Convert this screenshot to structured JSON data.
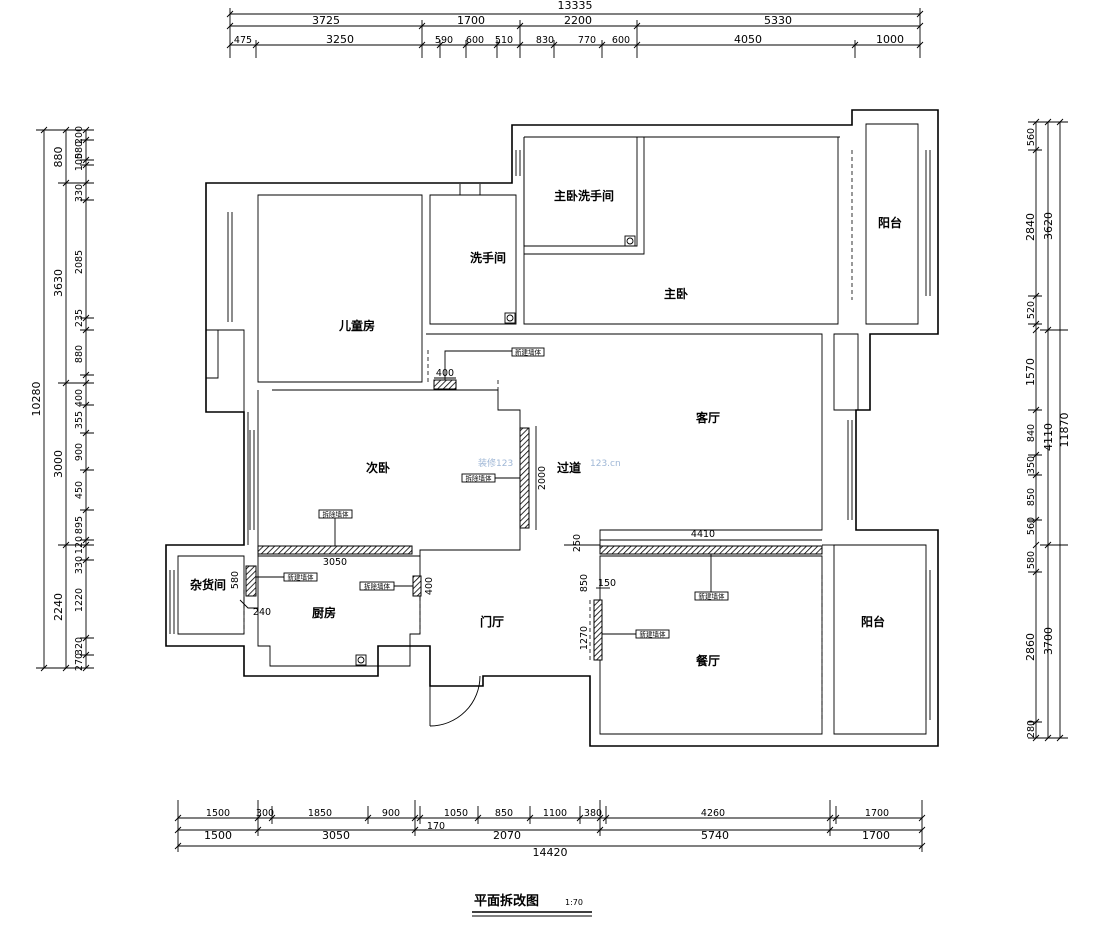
{
  "title": {
    "name": "平面拆改图",
    "scale": "1:70"
  },
  "rooms": {
    "master_bath": "主卧洗手间",
    "bathroom": "洗手间",
    "master_bedroom": "主卧",
    "balcony_top": "阳台",
    "kids_room": "儿童房",
    "living_room": "客厅",
    "second_bedroom": "次卧",
    "corridor": "过道",
    "storage": "杂货间",
    "kitchen": "厨房",
    "foyer": "门厅",
    "dining_room": "餐厅",
    "balcony_bottom": "阳台"
  },
  "notes": {
    "new_wall_1": "新建墙体",
    "demolish_1": "拆除墙体",
    "demolish_2": "拆除墙体",
    "new_wall_2": "新建墙体",
    "demolish_3": "拆除墙体",
    "new_wall_3": "新建墙体",
    "new_wall_4": "新建墙体"
  },
  "inner_dims": {
    "d400a": "400",
    "d2000": "2000",
    "d3050": "3050",
    "d580": "580",
    "d240": "240",
    "d400b": "400",
    "d250": "250",
    "d4410": "4410",
    "d850": "850",
    "d150": "150",
    "d1270": "1270"
  },
  "dims_top": {
    "total": "13335",
    "row1": [
      "3725",
      "1700",
      "2200",
      "5330"
    ],
    "row2": [
      "475",
      "3250",
      "590",
      "600",
      "510",
      "830",
      "770",
      "600",
      "4050",
      "1000"
    ]
  },
  "dims_bottom": {
    "row1": [
      "1500",
      "300",
      "1850",
      "900",
      "1050",
      "850",
      "1100",
      "380",
      "4260",
      "1700"
    ],
    "row2": [
      "1500",
      "3050",
      "2070",
      "5740",
      "1700"
    ],
    "d170": "170",
    "total": "14420"
  },
  "dims_left": {
    "total": "10280",
    "row1": [
      "880",
      "3630",
      "3000",
      "2240"
    ],
    "row2": [
      "200",
      "580",
      "100",
      "330",
      "2085",
      "235",
      "880",
      "355",
      "400",
      "900",
      "450",
      "895",
      "120",
      "330",
      "1220",
      "320",
      "270"
    ]
  },
  "dims_right": {
    "total": "11870",
    "row1": [
      "3620",
      "4110",
      "3700"
    ],
    "row2": [
      "560",
      "2840",
      "520",
      "1570",
      "840",
      "350",
      "850",
      "560",
      "580",
      "2860",
      "280"
    ]
  },
  "watermark": {
    "left": "装修123",
    "right": "123.cn"
  }
}
